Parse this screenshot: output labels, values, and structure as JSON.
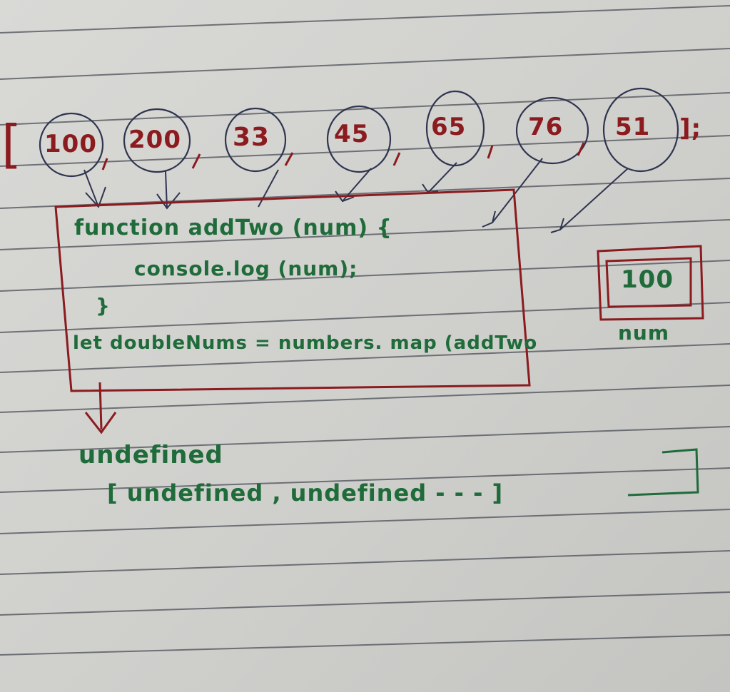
{
  "colors": {
    "paper": "#d6d6d3",
    "rule": "#4b4f57",
    "red_ink": "#8b1b1f",
    "green_ink": "#1f6b3a",
    "blue_ink": "#2f3550"
  },
  "array": {
    "open_bracket": "[",
    "close": "];",
    "items": [
      "100",
      "200",
      "33",
      "45",
      "65",
      "76",
      "51"
    ]
  },
  "code": {
    "line1": "function addTwo (num) {",
    "line2": "console.log (num);",
    "line3": "}",
    "line4": "let doubleNums = numbers. map (addTwo"
  },
  "side_box": {
    "value": "100",
    "label": "num"
  },
  "output": {
    "line1": "undefined",
    "line2": "[ undefined , undefined - - - ]"
  }
}
